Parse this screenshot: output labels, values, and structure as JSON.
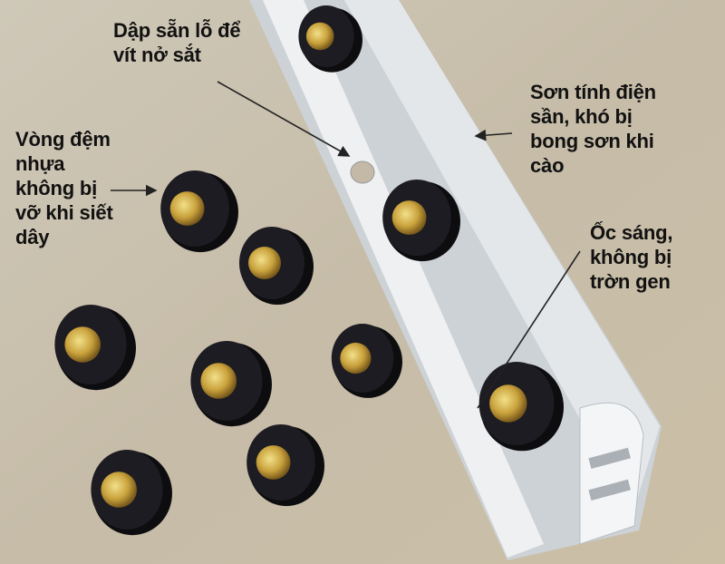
{
  "annotations": {
    "pre_punched_hole": "Dập sẵn lỗ để\nvít nở sắt",
    "plastic_washer": "Vòng đệm\nnhựa\nkhông bị\nvỡ khi siết\ndây",
    "powder_coating": "Sơn tính điện\nsần, khó bị\nbong sơn khi\ncào",
    "shiny_bolt": "Ốc sáng,\nkhông bị\ntrờn gen"
  },
  "colors": {
    "wood": "#c9c1b0",
    "rail": "#dfe3e6",
    "washer": "#151518",
    "bolt": "#c9a23c"
  }
}
